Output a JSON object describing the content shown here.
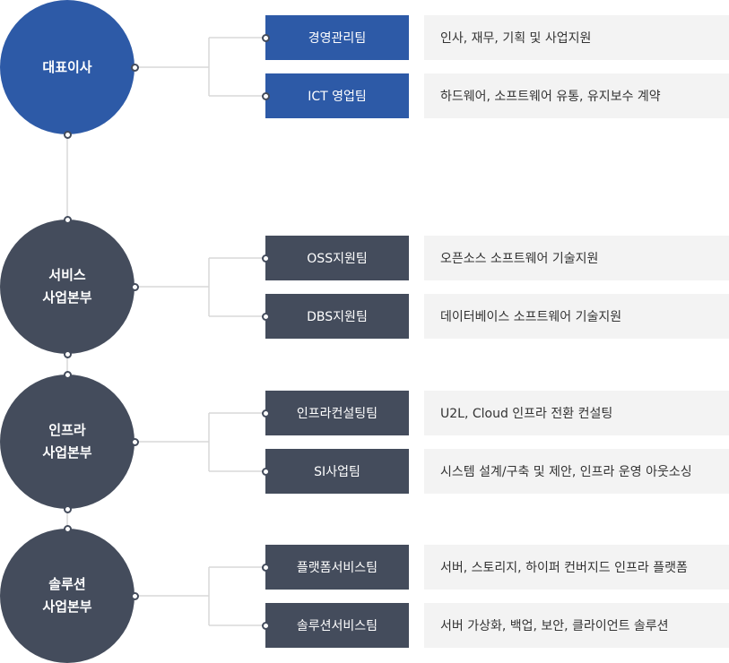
{
  "colors": {
    "primary": "#2d5aa7",
    "dark": "#444c5c",
    "line": "#d8d8d8",
    "description_bg": "#f3f3f3",
    "description_text": "#333333"
  },
  "divisions": [
    {
      "label": "대표이사",
      "style": "primary",
      "teams": [
        {
          "name": "경영관리팀",
          "description": "인사, 재무, 기획 및 사업지원"
        },
        {
          "name": "ICT 영업팀",
          "description": "하드웨어, 소프트웨어 유통, 유지보수 계약"
        }
      ]
    },
    {
      "label": "서비스\n사업본부",
      "style": "dark",
      "teams": [
        {
          "name": "OSS지원팀",
          "description": "오픈소스 소프트웨어 기술지원"
        },
        {
          "name": "DBS지원팀",
          "description": "데이터베이스 소프트웨어 기술지원"
        }
      ]
    },
    {
      "label": "인프라\n사업본부",
      "style": "dark",
      "teams": [
        {
          "name": "인프라컨설팅팀",
          "description": "U2L, Cloud 인프라 전환 컨설팅"
        },
        {
          "name": "SI사업팀",
          "description": "시스템 설계/구축 및 제안, 인프라 운영 아웃소싱"
        }
      ]
    },
    {
      "label": "솔루션\n사업본부",
      "style": "dark",
      "teams": [
        {
          "name": "플랫폼서비스팀",
          "description": "서버, 스토리지, 하이퍼 컨버지드 인프라 플랫폼"
        },
        {
          "name": "솔루션서비스팀",
          "description": "서버 가상화, 백업, 보안, 클라이언트 솔루션"
        }
      ]
    }
  ]
}
